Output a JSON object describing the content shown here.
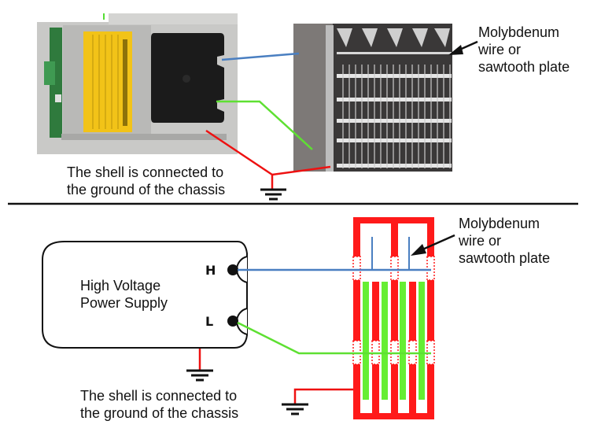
{
  "top_panel": {
    "power_supply_photo": {
      "label_icon": "high-voltage-power-supply-photo"
    },
    "ionizer_photo": {
      "label_icon": "ionizer-grid-photo"
    },
    "wire_label_lines": [
      "Molybdenum",
      "wire or",
      "sawtooth plate"
    ],
    "ground_label_lines": [
      "The shell is connected to",
      "the ground of the chassis"
    ]
  },
  "bottom_panel": {
    "power_supply_title_lines": [
      "High Voltage",
      "Power Supply"
    ],
    "terminal_high": "H",
    "terminal_low": "L",
    "wire_label_lines": [
      "Molybdenum",
      "wire or",
      "sawtooth plate"
    ],
    "ground_label_lines": [
      "The shell is connected to",
      "the ground of the chassis"
    ]
  },
  "colors": {
    "high_wire": "#4a7fc1",
    "low_wire": "#5ee032",
    "ground_wire": "#ee1111",
    "frame_red": "#ff1a1a",
    "electrode_green": "#66ee33",
    "outline": "#111111"
  }
}
